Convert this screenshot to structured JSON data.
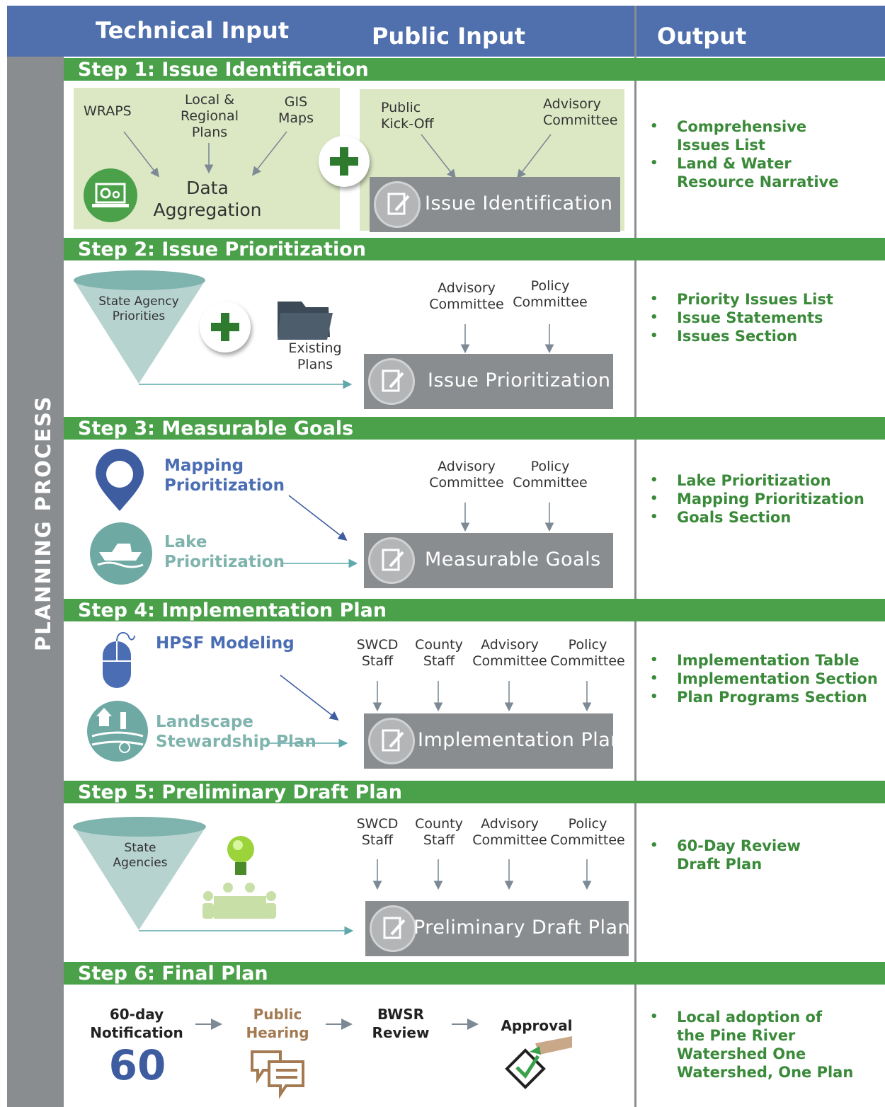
{
  "header": {
    "technical": "Technical Input",
    "public": "Public Input",
    "output": "Output"
  },
  "sidebar": {
    "label": "PLANNING PROCESS"
  },
  "colors": {
    "header_blue": "#4f6fad",
    "step_green": "#4aa14a",
    "panel_green": "#dce8c4",
    "gray": "#8a8d8f",
    "output_green": "#3a8a3a"
  },
  "step1": {
    "title": "Step 1: Issue Identification",
    "wraps": "WRAPS",
    "local": "Local &\nRegional\nPlans",
    "gis": "GIS\nMaps",
    "data_agg": "Data\nAggregation",
    "public_kickoff": "Public\nKick-Off",
    "advisory": "Advisory\nCommittee",
    "box": "Issue Identification",
    "outputs": [
      "Comprehensive\nIssues List",
      "Land & Water\nResource Narrative"
    ]
  },
  "step2": {
    "title": "Step 2: Issue Prioritization",
    "funnel": "State Agency\nPriorities",
    "existing": "Existing\nPlans",
    "advisory": "Advisory\nCommittee",
    "policy": "Policy\nCommittee",
    "box": "Issue Prioritization",
    "outputs": [
      "Priority Issues List",
      "Issue Statements",
      "Issues Section"
    ]
  },
  "step3": {
    "title": "Step 3: Measurable Goals",
    "mapping": "Mapping\nPrioritization",
    "lake": "Lake\nPrioritization",
    "advisory": "Advisory\nCommittee",
    "policy": "Policy\nCommittee",
    "box": "Measurable Goals",
    "outputs": [
      "Lake Prioritization",
      "Mapping Prioritization",
      "Goals Section"
    ]
  },
  "step4": {
    "title": "Step 4: Implementation Plan",
    "hpsf": "HPSF Modeling",
    "landscape": "Landscape\nStewardship Plan",
    "swcd": "SWCD\nStaff",
    "county": "County\nStaff",
    "advisory": "Advisory\nCommittee",
    "policy": "Policy\nCommittee",
    "box": "Implementation Plan",
    "outputs": [
      "Implementation Table",
      "Implementation Section",
      "Plan Programs Section"
    ]
  },
  "step5": {
    "title": "Step 5: Preliminary Draft Plan",
    "funnel": "State\nAgencies",
    "swcd": "SWCD\nStaff",
    "county": "County\nStaff",
    "advisory": "Advisory\nCommittee",
    "policy": "Policy\nCommittee",
    "box": "Preliminary Draft Plan",
    "outputs": [
      "60-Day Review\nDraft Plan"
    ]
  },
  "step6": {
    "title": "Step 6: Final Plan",
    "notification": "60-day\nNotification",
    "sixty": "60",
    "hearing": "Public\nHearing",
    "bwsr": "BWSR\nReview",
    "approval": "Approval",
    "outputs": [
      "Local adoption of\nthe Pine River\nWatershed One\nWatershed, One Plan"
    ]
  }
}
